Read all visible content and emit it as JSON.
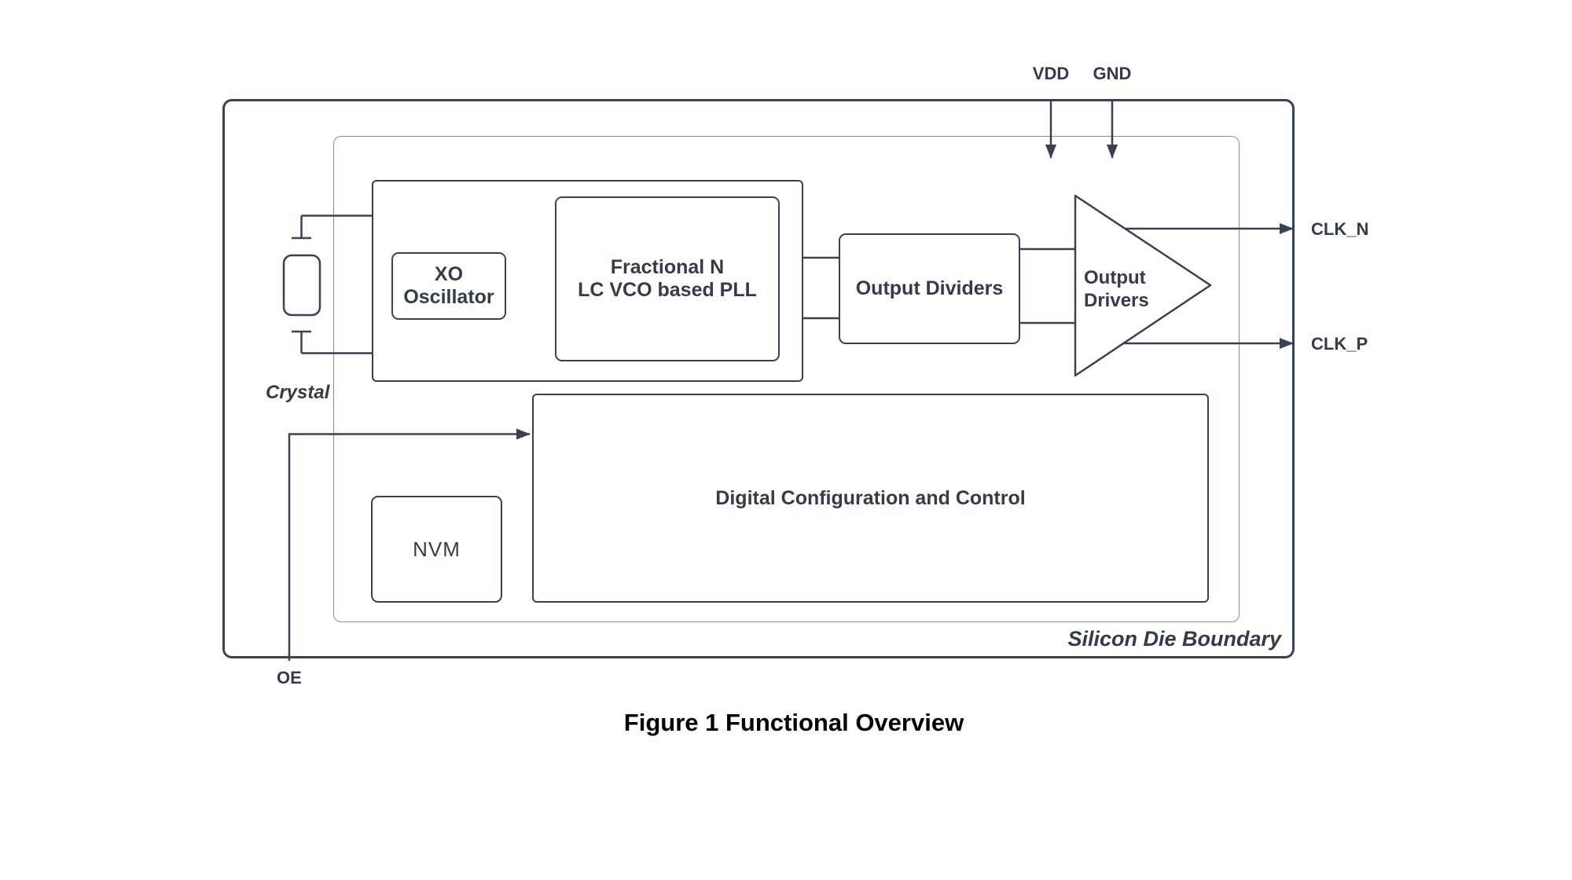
{
  "figure": {
    "caption": "Figure 1 Functional Overview"
  },
  "pins": {
    "vdd": "VDD",
    "gnd": "GND",
    "clk_n": "CLK_N",
    "clk_p": "CLK_P",
    "oe": "OE"
  },
  "labels": {
    "crystal": "Crystal",
    "silicon_die_boundary": "Silicon Die Boundary"
  },
  "blocks": {
    "xo_oscillator": "XO\nOscillator",
    "fractional_pll": "Fractional N\nLC VCO based PLL",
    "output_dividers": "Output Dividers",
    "output_drivers": "Output\nDrivers",
    "digital_config": "Digital Configuration and Control",
    "nvm": "NVM"
  },
  "colors": {
    "stroke_dark": "#3a4150",
    "stroke_light": "#888d95",
    "text": "#343b49",
    "caption_text": "#000000",
    "background": "#ffffff"
  }
}
